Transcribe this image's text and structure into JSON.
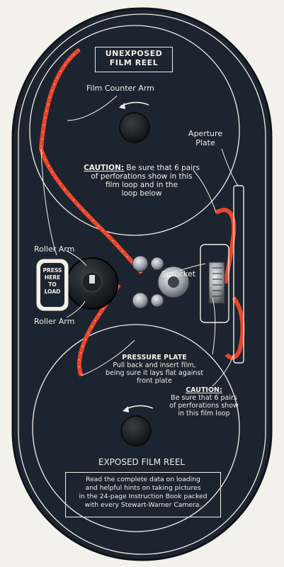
{
  "labels": {
    "unexposed_line1": "UNEXPOSED",
    "unexposed_line2": "FILM REEL",
    "film_counter_arm": "Film Counter Arm",
    "aperture_line1": "Aperture",
    "aperture_line2": "Plate",
    "caution_top_word": "CAUTION:",
    "caution_top_rest": " Be sure that 6 pairs",
    "caution_top_line2": "of perforations show in this",
    "caution_top_line3": "film loop and in the",
    "caution_top_line4": "loop below",
    "roller_arm_top": "Roller Arm",
    "roller_arm_bottom": "Roller Arm",
    "press_line1": "PRESS",
    "press_line2": "HERE",
    "press_line3": "TO",
    "press_line4": "LOAD",
    "sprocket": "Sprocket",
    "pressure_plate_title": "PRESSURE PLATE",
    "pressure_plate_line1": "Pull back and insert film,",
    "pressure_plate_line2": "being sure it lays flat against",
    "pressure_plate_line3": "front plate",
    "caution_bottom_word": "CAUTION:",
    "caution_bottom_line1": "Be sure that 6 pairs",
    "caution_bottom_line2": "of perforations show",
    "caution_bottom_line3": "in this film loop",
    "exposed_reel": "EXPOSED FILM REEL",
    "note_line1": "Read the complete data on loading",
    "note_line2": "and helpful hints on taking pictures",
    "note_line3": "in the 24-page Instruction Book packed",
    "note_line4": "with every Stewart-Warner Camera."
  },
  "colors": {
    "panel": "#1c2430",
    "ink": "#f2eee6",
    "film": "#e8462a",
    "metal": "#9aa0a6",
    "background": "#f3f1ec"
  }
}
